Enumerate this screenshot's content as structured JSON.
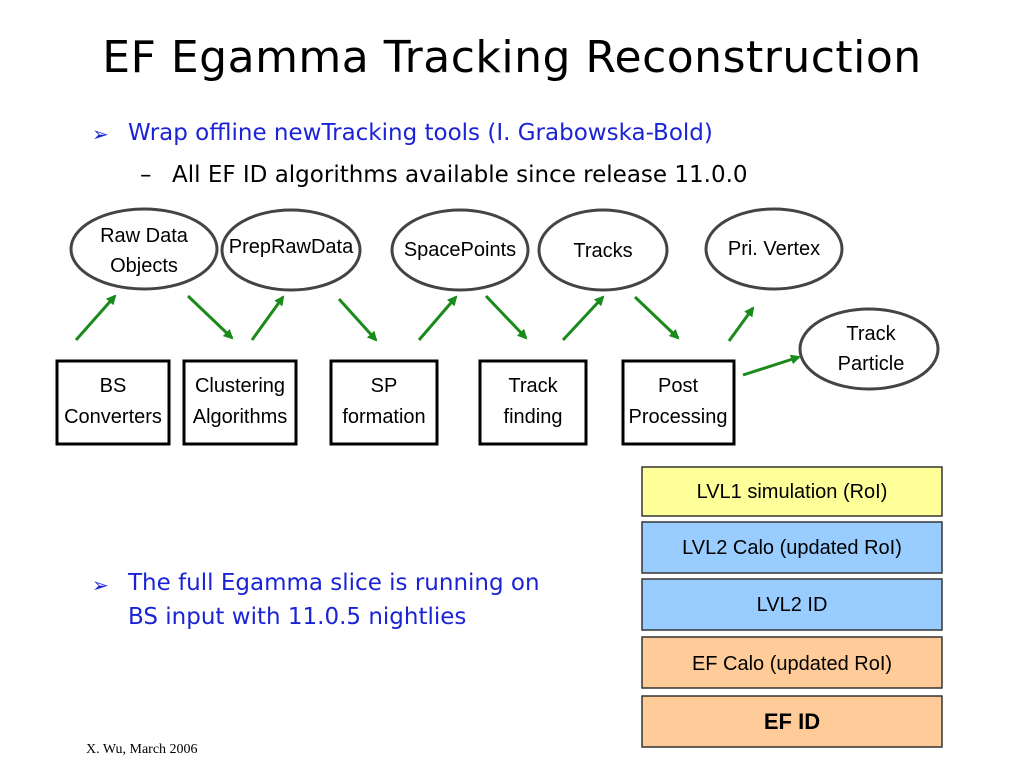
{
  "title": "EF Egamma Tracking Reconstruction",
  "bullets": [
    {
      "marker": "➢",
      "text": "Wrap offline newTracking tools (I. Grabowska-Bold)",
      "sub": {
        "marker": "–",
        "text": "All EF ID algorithms available since release 11.0.0"
      }
    },
    {
      "marker": "➢",
      "text_lines": [
        "The full Egamma slice is running on",
        "BS input with 11.0.5 nightlies"
      ]
    }
  ],
  "diagram": {
    "data_nodes": [
      {
        "lines": [
          "Raw Data",
          "Objects"
        ]
      },
      {
        "lines": [
          "PrepRawData"
        ]
      },
      {
        "lines": [
          "SpacePoints"
        ]
      },
      {
        "lines": [
          "Tracks"
        ]
      },
      {
        "lines": [
          "Pri. Vertex"
        ]
      },
      {
        "lines": [
          "Track",
          "Particle"
        ]
      }
    ],
    "process_nodes": [
      {
        "lines": [
          "BS",
          "Converters"
        ]
      },
      {
        "lines": [
          "Clustering",
          "Algorithms"
        ]
      },
      {
        "lines": [
          "SP",
          "formation"
        ]
      },
      {
        "lines": [
          "Track",
          "finding"
        ]
      },
      {
        "lines": [
          "Post",
          "Processing"
        ]
      }
    ],
    "arrow_color": "#1a8a1a"
  },
  "stack": {
    "items": [
      {
        "label": "LVL1 simulation (RoI)",
        "color": "#ffff99"
      },
      {
        "label": "LVL2 Calo (updated RoI)",
        "color": "#99ccff"
      },
      {
        "label": "LVL2 ID",
        "color": "#99ccff"
      },
      {
        "label": "EF Calo (updated RoI)",
        "color": "#ffcc99"
      },
      {
        "label": "EF ID",
        "color": "#ffcc99"
      }
    ]
  },
  "footer": "X. Wu, March 2006"
}
